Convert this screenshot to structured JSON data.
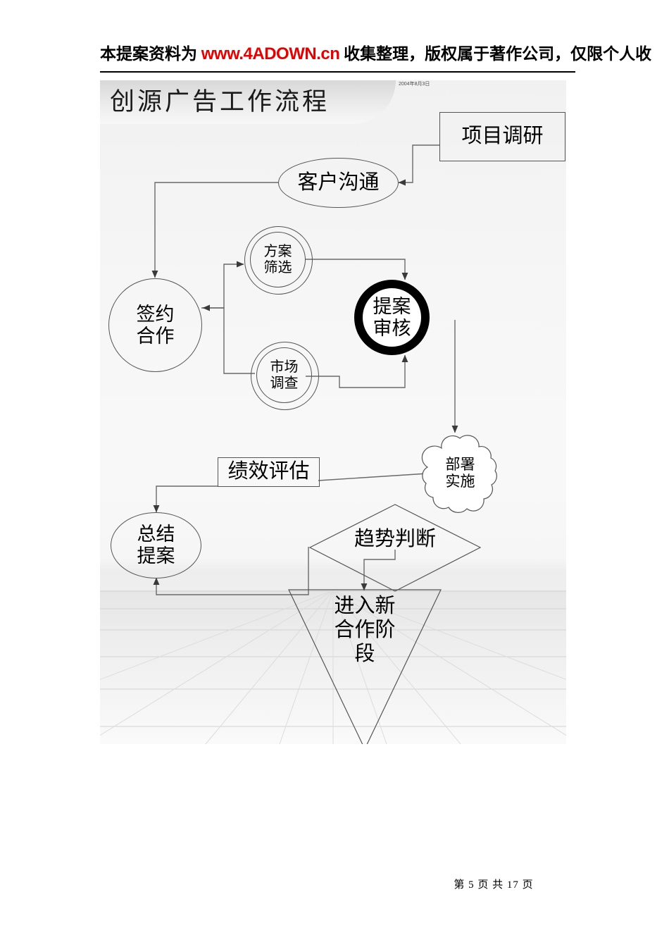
{
  "document": {
    "header": {
      "prefix": "本提案资料为 ",
      "url": "www.4ADOWN.cn",
      "suffix": " 收集整理，版权属于著作公司，仅限个人收"
    },
    "footer": "第 5 页 共 17 页"
  },
  "slide": {
    "title": "创源广告工作流程",
    "date": "2004年8月3日"
  },
  "nodes": {
    "project_research": {
      "label": "项目调研",
      "shape": "rectangle"
    },
    "client_communication": {
      "label": "客户沟通",
      "shape": "ellipse"
    },
    "sign_contract": {
      "label": "签约\n合作",
      "shape": "circle"
    },
    "plan_selection": {
      "label": "方案\n筛选",
      "shape": "double-circle"
    },
    "market_survey": {
      "label": "市场\n调查",
      "shape": "double-circle"
    },
    "proposal_review": {
      "label": "提案\n审核",
      "shape": "thick-circle"
    },
    "deployment": {
      "label": "部署\n实施",
      "shape": "cloud"
    },
    "performance_eval": {
      "label": "绩效评估",
      "shape": "rectangle"
    },
    "summary_proposal": {
      "label": "总结\n提案",
      "shape": "ellipse"
    },
    "trend_judgement": {
      "label": "趋势判断",
      "shape": "diamond"
    },
    "new_cooperation": {
      "label": "进入新\n合作阶\n段",
      "shape": "inverted-triangle"
    }
  },
  "colors": {
    "accent_red": "#e60000",
    "line": "#555555",
    "text": "#000000",
    "slide_bg": "#f2f2f2",
    "thick_ring": "#000000"
  }
}
